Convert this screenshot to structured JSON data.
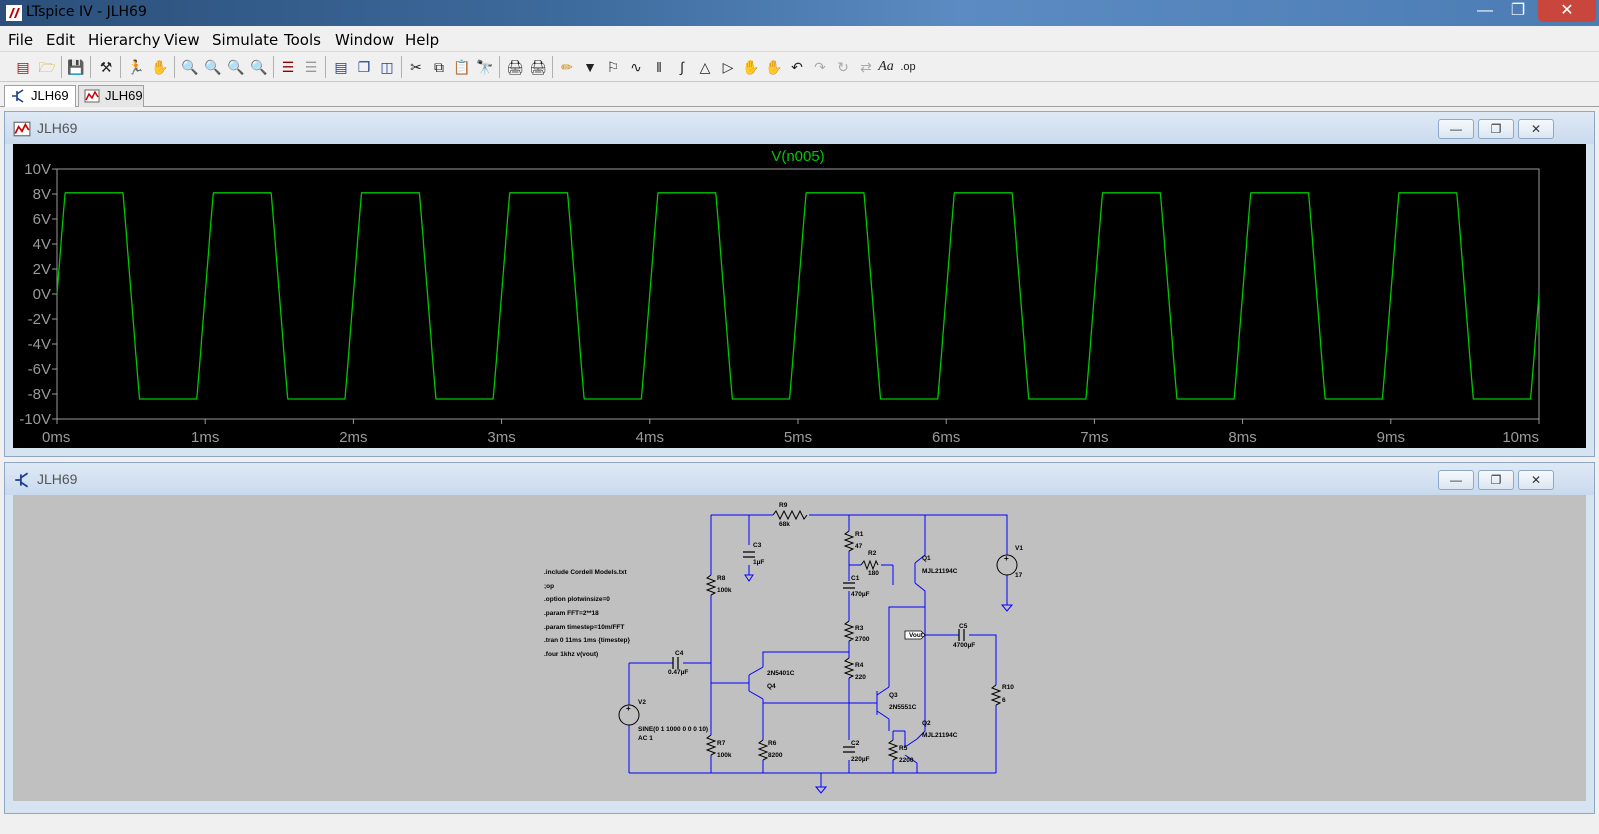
{
  "window": {
    "title": "LTspice IV - JLH69"
  },
  "menu": [
    "File",
    "Edit",
    "Hierarchy",
    "View",
    "Simulate",
    "Tools",
    "Window",
    "Help"
  ],
  "tabs": [
    {
      "label": "JLH69",
      "kind": "schematic"
    },
    {
      "label": "JLH69",
      "kind": "waveform"
    }
  ],
  "plot_window": {
    "title": "JLH69"
  },
  "schematic_window": {
    "title": "JLH69"
  },
  "colors": {
    "trace": "#00c800",
    "wire": "#0000ff",
    "schematic_bg": "#c0c0c0",
    "plot_bg": "#000000"
  },
  "chart_data": {
    "type": "line",
    "title": "V(n005)",
    "series": [
      {
        "name": "V(n005)",
        "shape": "clipped sine",
        "frequency_hz": 1000,
        "clip_high": 8.1,
        "clip_low": -8.4
      }
    ],
    "x": [
      0,
      0.1,
      0.2,
      0.25,
      0.5,
      0.6,
      0.7,
      0.75,
      1.0
    ],
    "y": [
      0,
      8.1,
      8.1,
      8.1,
      0,
      -8.4,
      -8.4,
      -8.4,
      0
    ],
    "xlim": [
      0,
      10
    ],
    "ylim": [
      -10,
      10
    ],
    "x_ticks": [
      "0ms",
      "1ms",
      "2ms",
      "3ms",
      "4ms",
      "5ms",
      "6ms",
      "7ms",
      "8ms",
      "9ms",
      "10ms"
    ],
    "y_ticks": [
      "10V",
      "8V",
      "6V",
      "4V",
      "2V",
      "0V",
      "-2V",
      "-4V",
      "-6V",
      "-8V",
      "-10V"
    ],
    "grid": false
  },
  "schematic": {
    "directives": [
      ".include Cordell Models.txt",
      ";op",
      ".option plotwinsize=0",
      ".param FFT=2**18",
      ".param timestep=10m/FFT",
      ".tran 0 11ms 1ms {timestep}",
      ".four 1khz v(vout)"
    ],
    "labels": {
      "R9": "R9",
      "R9v": "68k",
      "C3": "C3",
      "C3v": "1µF",
      "R1": "R1",
      "R1v": "47",
      "R2": "R2",
      "R2v": "180",
      "Q1": "Q1",
      "Q1m": "MJL21194C",
      "V1": "V1",
      "V1v": "17",
      "R8": "R8",
      "R8v": "100k",
      "C1": "C1",
      "C1v": "470µF",
      "R3": "R3",
      "R3v": "2700",
      "Vout": "Vout",
      "C5": "C5",
      "C5v": "4700µF",
      "C4": "C4",
      "C4v": "0.47µF",
      "Q4m": "2N5401C",
      "Q4": "Q4",
      "R4": "R4",
      "R4v": "220",
      "R10": "R10",
      "R10v": "6",
      "V2": "V2",
      "Q3": "Q3",
      "Q3m": "2N5551C",
      "V2v1": "SINE(0 1 1000 0 0 0 10)",
      "V2v2": "AC 1",
      "Q2": "Q2",
      "Q2m": "MJL21194C",
      "R7": "R7",
      "R7v": "100k",
      "R6": "R6",
      "R6v": "8200",
      "C2": "C2",
      "C2v": "220µF",
      "R5": "R5",
      "R5v": "2200"
    }
  }
}
